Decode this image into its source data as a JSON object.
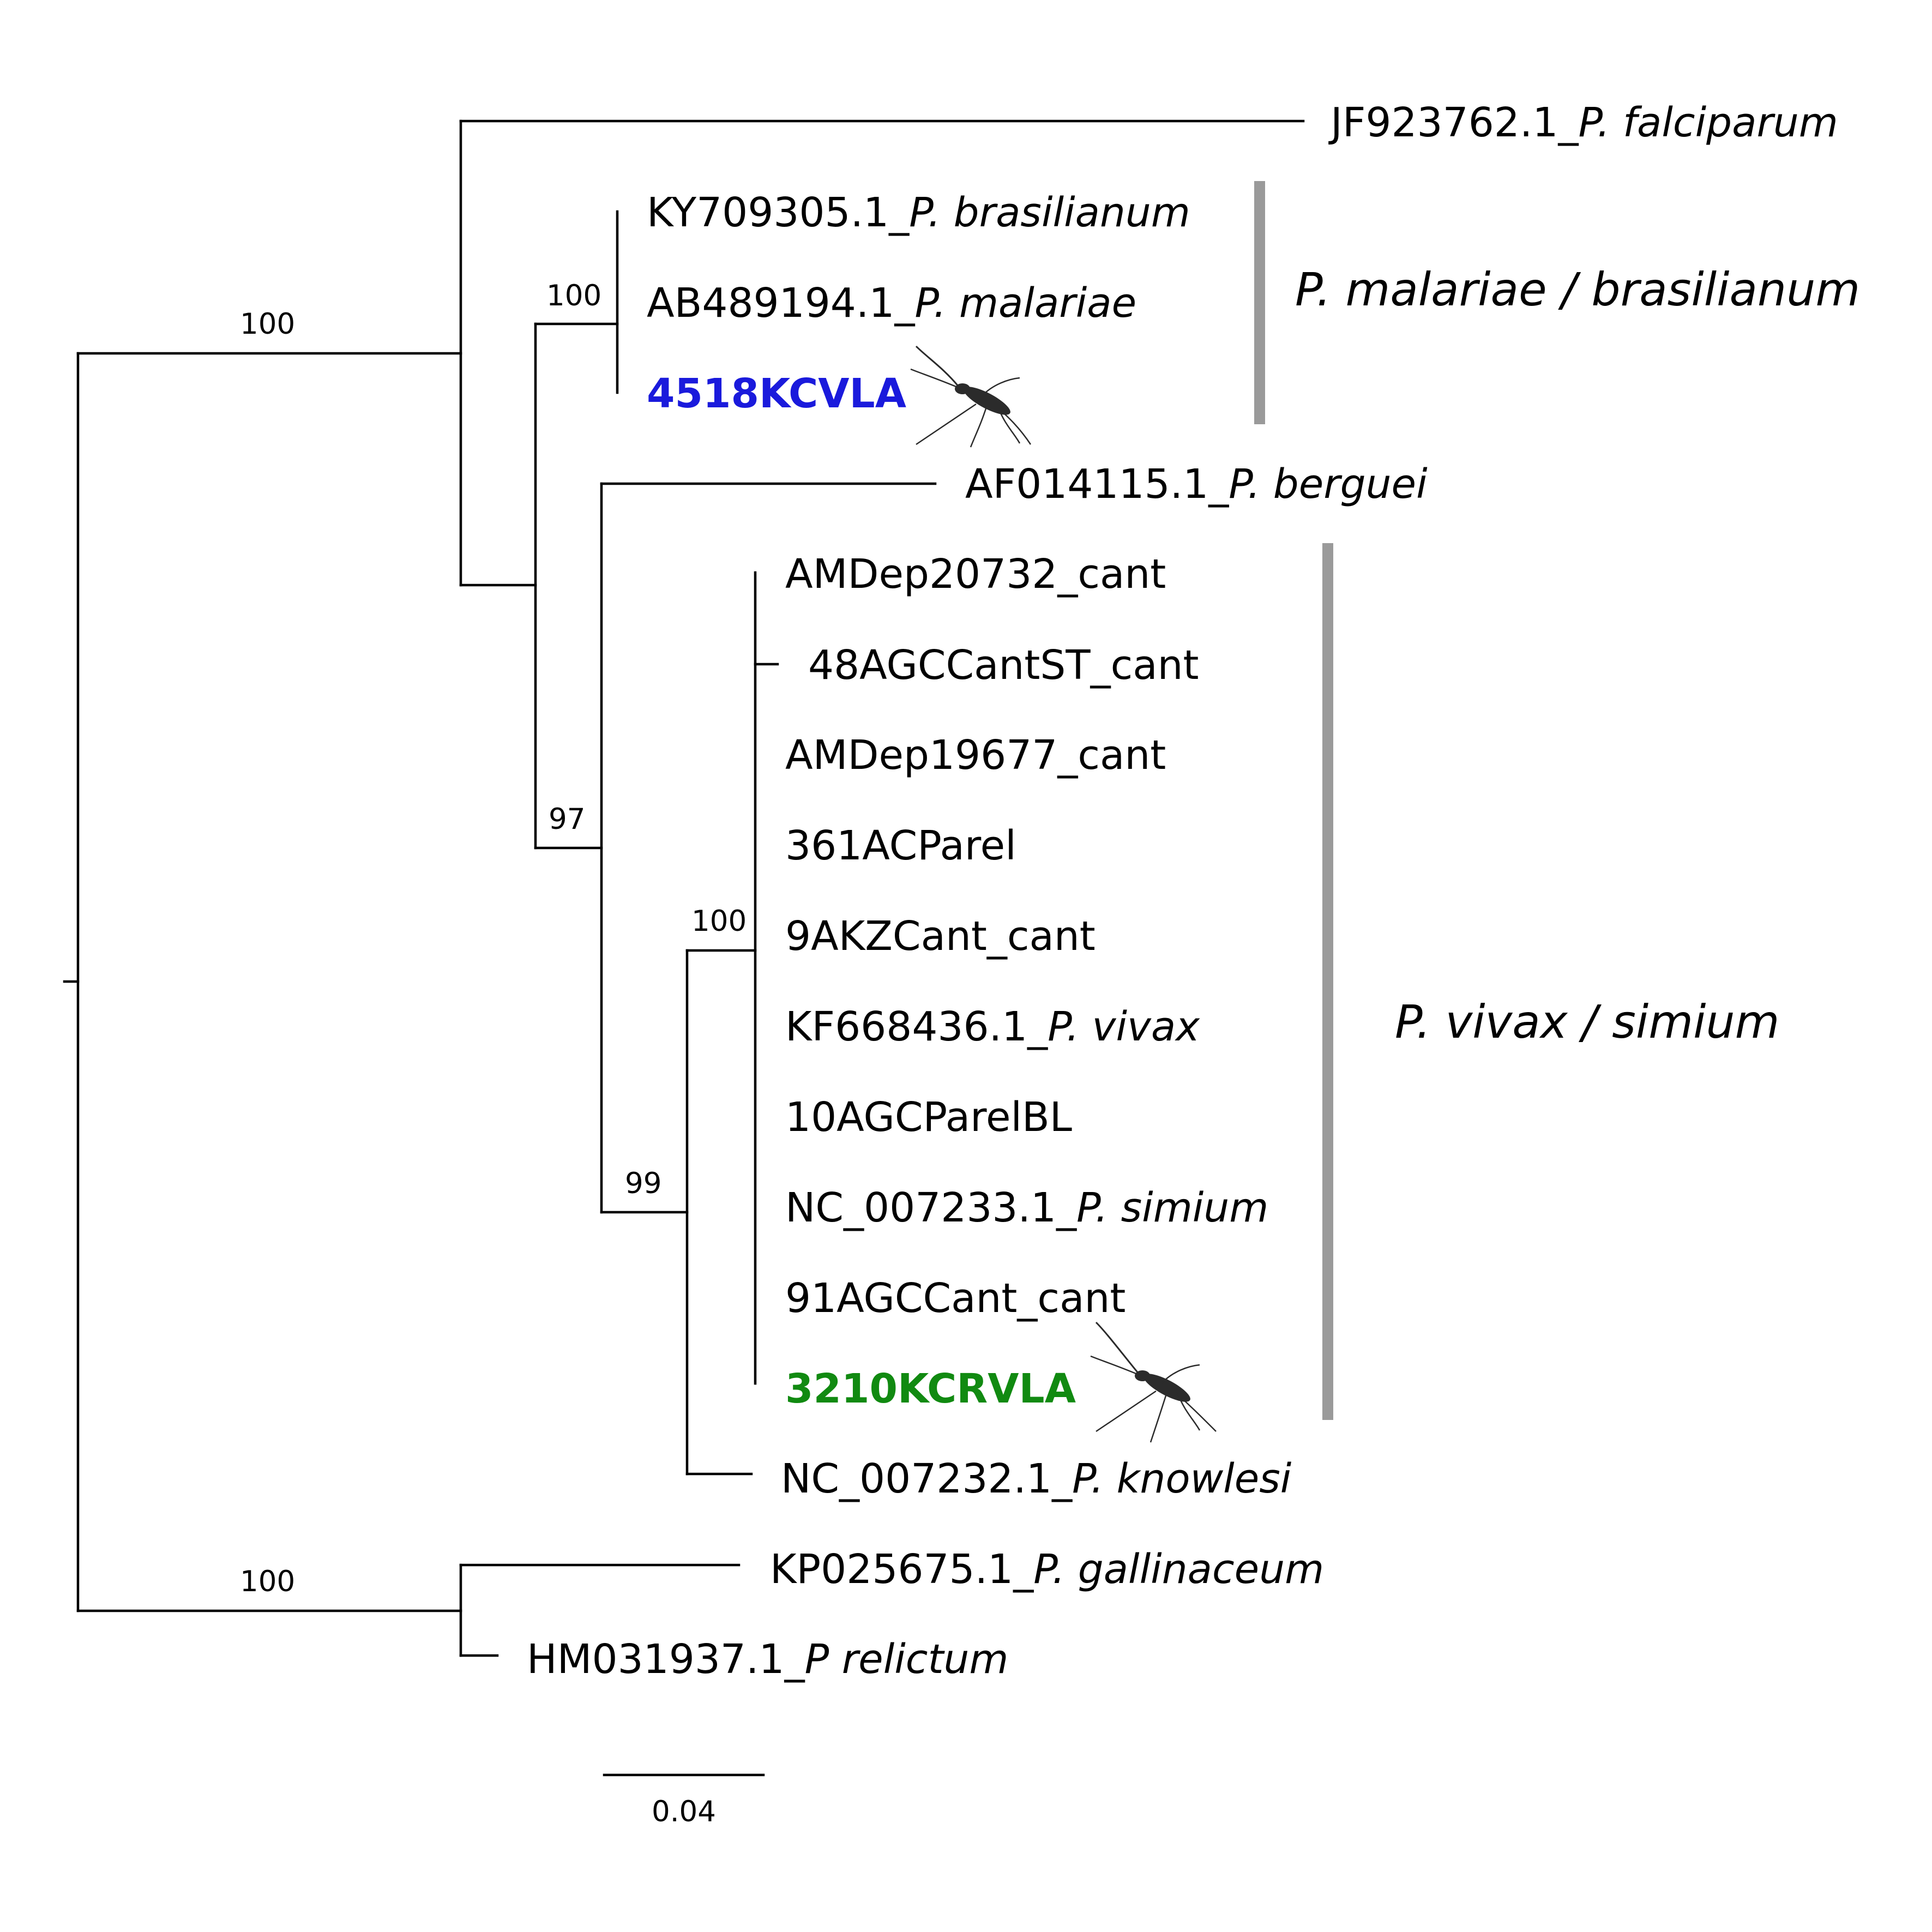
{
  "tree": {
    "taxa": [
      {
        "id": "falciparum",
        "accession": "JF923762.1_",
        "species": "P. falciparum"
      },
      {
        "id": "brasilianum",
        "accession": "KY709305.1_",
        "species": "P. brasilianum"
      },
      {
        "id": "malariae",
        "accession": "AB489194.1_",
        "species": "P. malariae"
      },
      {
        "id": "kcvla",
        "accession": "4518KCVLA",
        "species": "",
        "color": "#1a1adc",
        "bold": true,
        "vector_icon": "mosquito-icon"
      },
      {
        "id": "berguei",
        "accession": "AF014115.1_",
        "species": "P. berguei"
      },
      {
        "id": "amdep20732",
        "accession": "AMDep20732_cant",
        "species": ""
      },
      {
        "id": "agccantst",
        "accession": "48AGCCantST_cant",
        "species": ""
      },
      {
        "id": "amdep19677",
        "accession": "AMDep19677_cant",
        "species": ""
      },
      {
        "id": "acparel",
        "accession": "361ACParel",
        "species": ""
      },
      {
        "id": "akzcant",
        "accession": "9AKZCant_cant",
        "species": ""
      },
      {
        "id": "vivax",
        "accession": "KF668436.1_",
        "species": "P. vivax"
      },
      {
        "id": "agcparelbl",
        "accession": "10AGCParelBL",
        "species": ""
      },
      {
        "id": "simium",
        "accession": "NC_007233.1_",
        "species": "P. simium"
      },
      {
        "id": "agccant91",
        "accession": "91AGCCant_cant",
        "species": ""
      },
      {
        "id": "kcrvla",
        "accession": "3210KCRVLA",
        "species": "",
        "color": "#118a11",
        "bold": true,
        "vector_icon": "mosquito-icon"
      },
      {
        "id": "knowlesi",
        "accession": "NC_007232.1_",
        "species": "P. knowlesi"
      },
      {
        "id": "gallinaceum",
        "accession": "KP025675.1_",
        "species": "P. gallinaceum"
      },
      {
        "id": "relictum",
        "accession": "HM031937.1_",
        "species": "P relictum"
      }
    ],
    "support_values": {
      "ingroup": "100",
      "malariae_clade": "100",
      "vivax_knowlesi_berguei": "97",
      "vivax_clade": "100",
      "vivax_knowlesi": "99",
      "avian_clade": "100"
    },
    "clades": [
      {
        "id": "malariae",
        "label": "P. malariae / brasilianum",
        "bar_color": "#9a9a9a"
      },
      {
        "id": "vivax",
        "label": "P. vivax / simium",
        "bar_color": "#9a9a9a"
      }
    ],
    "scale_bar": {
      "label": "0.04",
      "value": 0.04
    }
  }
}
